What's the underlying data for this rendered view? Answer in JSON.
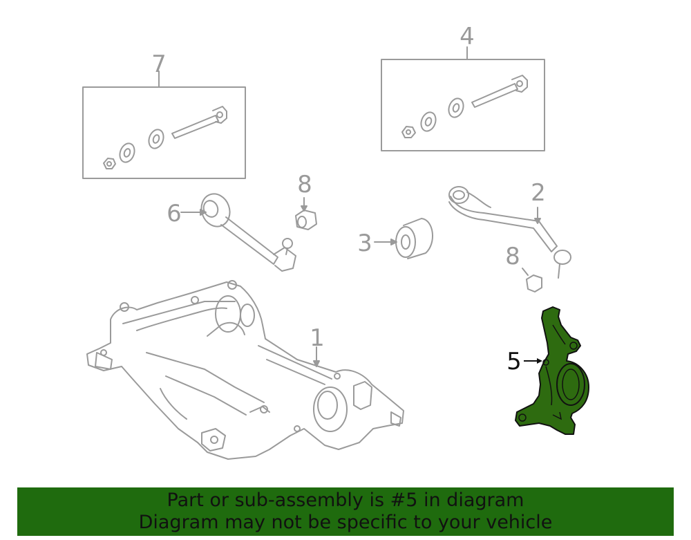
{
  "callouts": {
    "c1": "1",
    "c2": "2",
    "c3": "3",
    "c4": "4",
    "c5": "5",
    "c6": "6",
    "c7": "7",
    "c8a": "8",
    "c8b": "8"
  },
  "highlight_color": "#2e6b10",
  "banner": {
    "line1": "Part or sub-assembly is #5 in diagram",
    "line2": "Diagram may not be specific to your vehicle",
    "background": "#1f6b0e"
  }
}
